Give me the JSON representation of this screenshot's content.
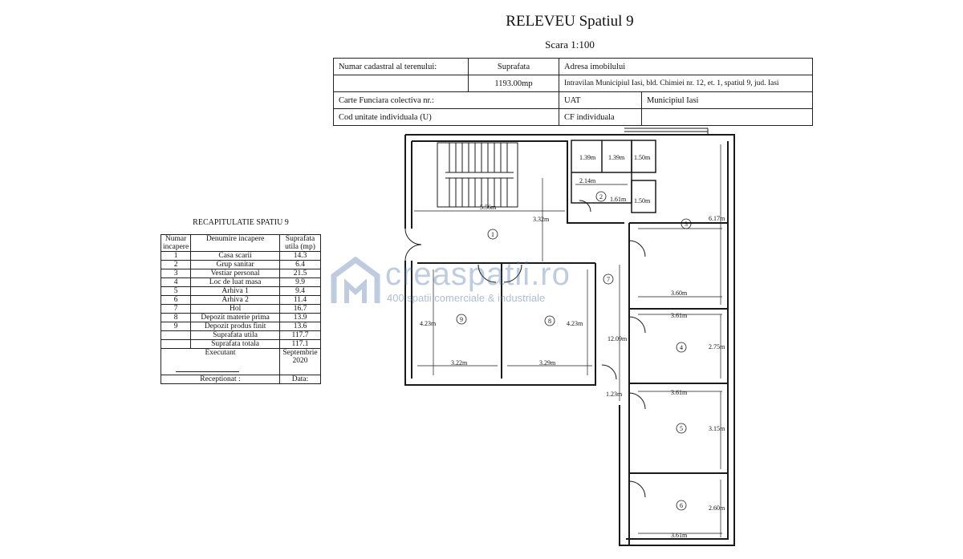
{
  "header": {
    "title": "RELEVEU Spatiul 9",
    "scale": "Scara 1:100"
  },
  "info_table": {
    "cadastral_label": "Numar cadastral al terenului:",
    "surface_label": "Suprafata",
    "address_label": "Adresa imobilului",
    "surface_value": "1193.00mp",
    "address_value": "Intravilan Municipiul Iasi, bld. Chimiei nr. 12, et. 1, spatiul 9,  jud. Iasi",
    "cf_label": "Carte Funciara colectiva nr.:",
    "uat_label": "UAT",
    "uat_value": "Municipiul Iasi",
    "cod_label": "Cod unitate individuala (U)",
    "cf_ind_label": "CF individuala"
  },
  "recap": {
    "title": "RECAPITULATIE SPATIU 9",
    "col_nr": "Numar incapere",
    "col_name": "Denumire incapere",
    "col_area": "Suprafata utila (mp)",
    "rows": [
      {
        "nr": "1",
        "name": "Casa scarii",
        "area": "14.3"
      },
      {
        "nr": "2",
        "name": "Grup sanitar",
        "area": "6.4"
      },
      {
        "nr": "3",
        "name": "Vestiar personal",
        "area": "21.5"
      },
      {
        "nr": "4",
        "name": "Loc de luat masa",
        "area": "9.9"
      },
      {
        "nr": "5",
        "name": "Arhiva 1",
        "area": "9.4"
      },
      {
        "nr": "6",
        "name": "Arhiva 2",
        "area": "11.4"
      },
      {
        "nr": "7",
        "name": "Hol",
        "area": "16.7"
      },
      {
        "nr": "8",
        "name": "Depozit materie prima",
        "area": "13.9"
      },
      {
        "nr": "9",
        "name": "Depozit produs finit",
        "area": "13.6"
      }
    ],
    "useful_label": "Suprafata utila",
    "useful_value": "117.7",
    "total_label": "Suprafata totala",
    "total_value": "117.1",
    "executant_label": "Executant",
    "date_value": "Septembrie 2020",
    "receptionat_label": "Receptionat :",
    "data_label": "Data:"
  },
  "plan": {
    "rooms": [
      "1",
      "2",
      "3",
      "4",
      "5",
      "6",
      "7",
      "8",
      "9"
    ],
    "dims": {
      "d556": "5.56m",
      "d332": "3.32m",
      "d139a": "1.39m",
      "d139b": "1.39m",
      "d150a": "1.50m",
      "d150b": "1.50m",
      "d214": "2.14m",
      "d161": "1.61m",
      "d617": "6.17m",
      "d360": "3.60m",
      "d361a": "3.61m",
      "d275": "2.75m",
      "d1209": "12.09m",
      "d423a": "4.23m",
      "d423b": "4.23m",
      "d322": "3.22m",
      "d329": "3.29m",
      "d123": "1.23m",
      "d361b": "3.61m",
      "d315": "3.15m",
      "d260": "2.60m",
      "d361c": "3.61m"
    }
  },
  "watermark": {
    "name": "creaspatii.ro",
    "tagline": "400 spatii comerciale & industriale"
  }
}
